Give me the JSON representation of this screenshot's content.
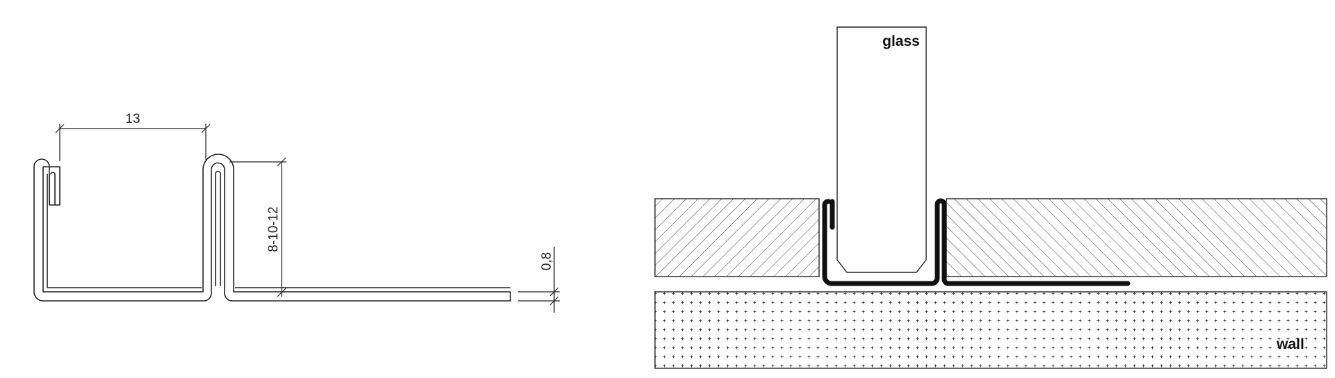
{
  "profile_dimensions": {
    "width": "13",
    "depth": "8-10-12",
    "thickness": "0,8"
  },
  "installation_labels": {
    "glass": "glass",
    "wall": "wall"
  },
  "colors": {
    "line": "#222222",
    "profile_fill": "#111111",
    "background": "#ffffff"
  }
}
